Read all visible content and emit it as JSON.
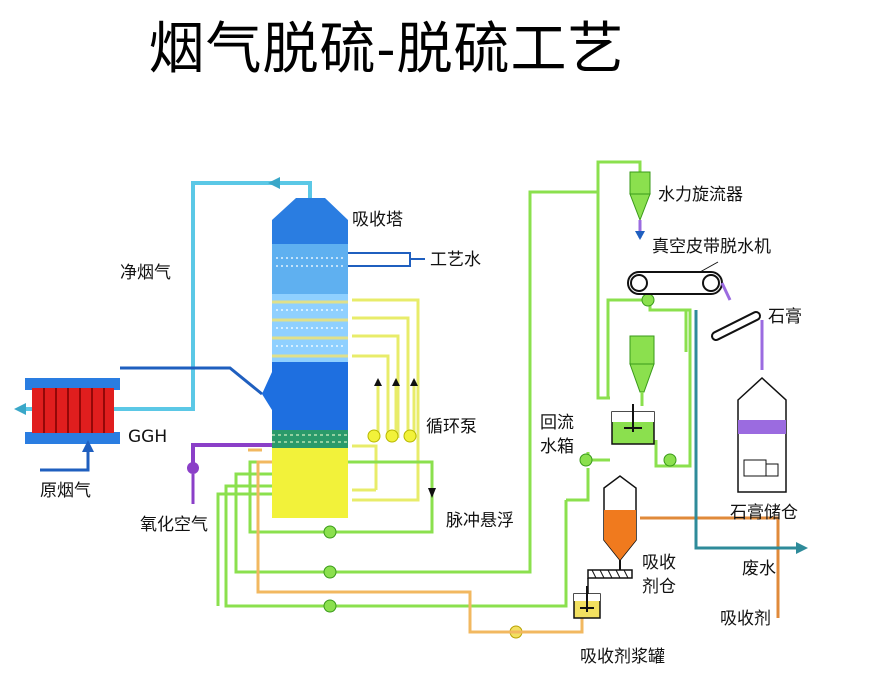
{
  "title": "烟气脱硫-脱硫工艺",
  "labels": {
    "absorber": "吸收塔",
    "process_water": "工艺水",
    "clean_gas": "净烟气",
    "ggh": "GGH",
    "raw_gas": "原烟气",
    "circulation_pump": "循环泵",
    "oxidation_air": "氧化空气",
    "pulse_suspension": "脉冲悬浮",
    "return_tank_line1": "回流",
    "return_tank_line2": "水箱",
    "hydrocyclone": "水力旋流器",
    "vacuum_belt_filter": "真空皮带脱水机",
    "gypsum": "石膏",
    "gypsum_storage": "石膏储仓",
    "waste_water": "废水",
    "absorbent_silo_line1": "吸收",
    "absorbent_silo_line2": "剂仓",
    "absorbent": "吸收剂",
    "absorbent_slurry_tank": "吸收剂浆罐"
  },
  "colors": {
    "clean_gas_line": "#5bc8e6",
    "flue_gas_line": "#1f5fbf",
    "slurry_line": "#8be04e",
    "circulation_line": "#e8ec6a",
    "absorbent_line": "#f2b860",
    "oxidation_line": "#8b3fc8",
    "waste_water_line": "#2e8b9a",
    "ggh_red": "#e01e1e",
    "ggh_blue": "#2a7de1",
    "tower_blue": "#1e6fe0",
    "tower_yellow": "#f2f23a",
    "absorbent_orange": "#f07a1e",
    "gypsum_purple": "#9b6be0"
  }
}
